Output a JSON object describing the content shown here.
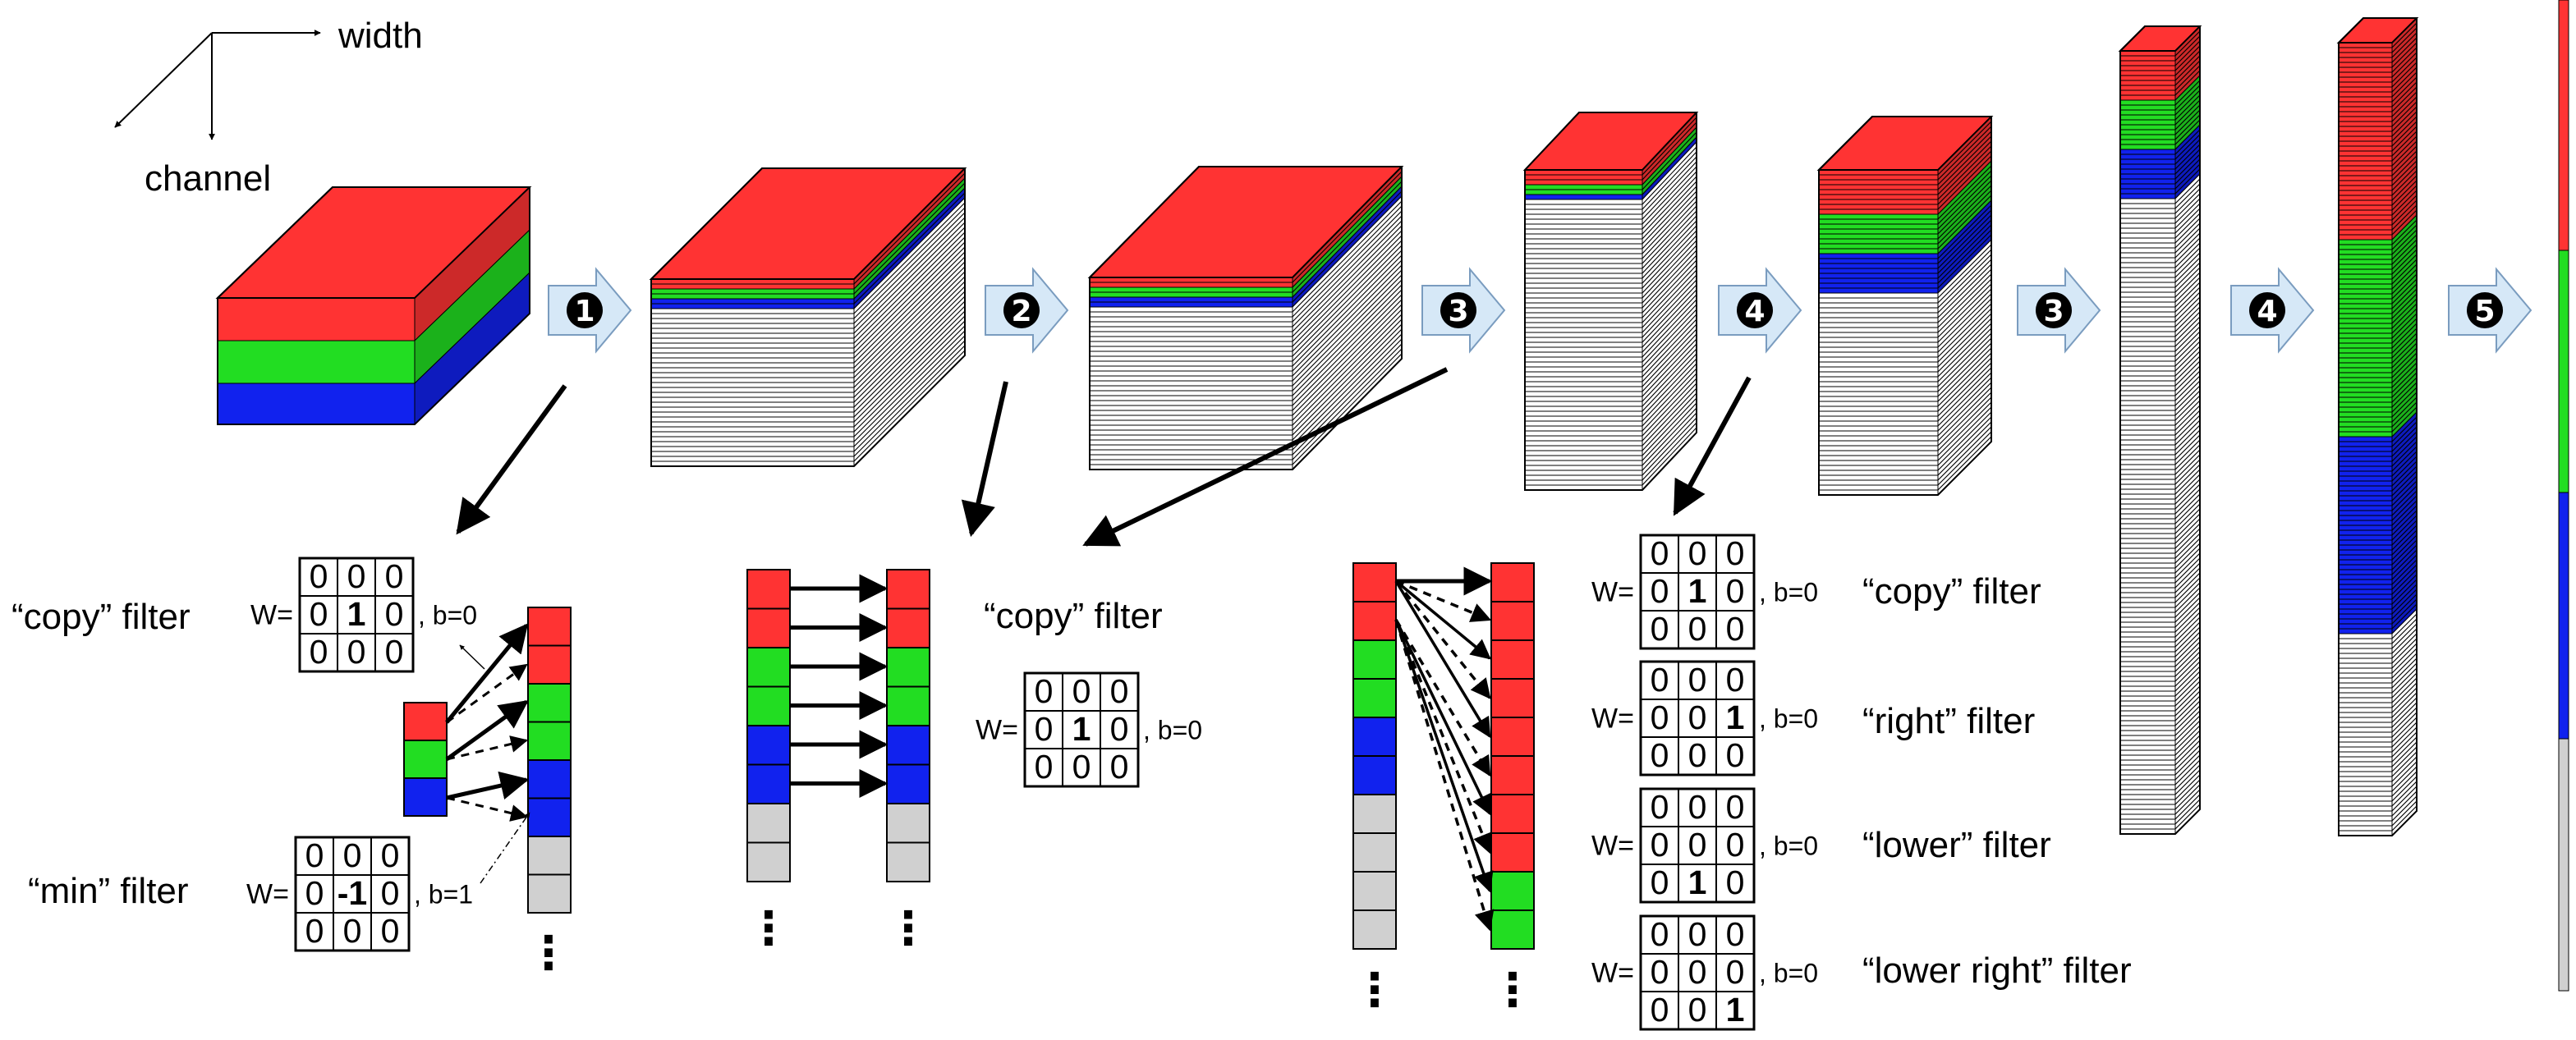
{
  "colors": {
    "red": "#ff3333",
    "green": "#22dd22",
    "blue": "#1122ee",
    "gray": "#d0d0d0",
    "white": "#ffffff",
    "arrow_fill": "#d6e8f7",
    "arrow_stroke": "#7a9cbf"
  },
  "axes": {
    "width_label": "width",
    "channel_label": "channel"
  },
  "steps": {
    "s1": "①",
    "s2": "②",
    "s3a": "③",
    "s4a": "④",
    "s3b": "③",
    "s4b": "④",
    "s5": "⑤"
  },
  "filters": {
    "copy_a": {
      "label": "“copy” filter",
      "w": "W=",
      "bias": ", b=0",
      "matrix": [
        "0",
        "0",
        "0",
        "0",
        "1",
        "0",
        "0",
        "0",
        "0"
      ]
    },
    "min_a": {
      "label": "“min” filter",
      "w": "W=",
      "bias": ", b=1",
      "matrix": [
        "0",
        "0",
        "0",
        "0",
        "-1",
        "0",
        "0",
        "0",
        "0"
      ]
    },
    "copy_b": {
      "label": "“copy” filter",
      "w": "W=",
      "bias": ", b=0",
      "matrix": [
        "0",
        "0",
        "0",
        "0",
        "1",
        "0",
        "0",
        "0",
        "0"
      ]
    },
    "copy_c": {
      "label": "“copy” filter",
      "w": "W=",
      "bias": ", b=0",
      "matrix": [
        "0",
        "0",
        "0",
        "0",
        "1",
        "0",
        "0",
        "0",
        "0"
      ]
    },
    "right_c": {
      "label": "“right” filter",
      "w": "W=",
      "bias": ", b=0",
      "matrix": [
        "0",
        "0",
        "0",
        "0",
        "0",
        "1",
        "0",
        "0",
        "0"
      ]
    },
    "lower_c": {
      "label": "“lower” filter",
      "w": "W=",
      "bias": ", b=0",
      "matrix": [
        "0",
        "0",
        "0",
        "0",
        "0",
        "0",
        "0",
        "1",
        "0"
      ]
    },
    "lowerright_c": {
      "label": "“lower right” filter",
      "w": "W=",
      "bias": ", b=0",
      "matrix": [
        "0",
        "0",
        "0",
        "0",
        "0",
        "0",
        "0",
        "0",
        "1"
      ]
    }
  },
  "ellipsis": "⋮"
}
